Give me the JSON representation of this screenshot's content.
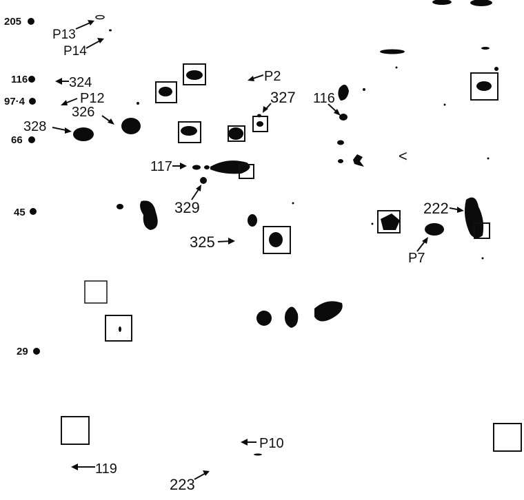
{
  "markers": [
    {
      "id": "m205",
      "text": "205"
    },
    {
      "id": "m116",
      "text": "116"
    },
    {
      "id": "m97",
      "text": "97·4"
    },
    {
      "id": "m66",
      "text": "66"
    },
    {
      "id": "m45",
      "text": "45"
    },
    {
      "id": "m29",
      "text": "29"
    }
  ],
  "labels": {
    "p13": "P13",
    "p14": "P14",
    "l324": "324",
    "p12": "P12",
    "l326": "326",
    "l328": "328",
    "p2": "P2",
    "l327": "327",
    "l116": "116",
    "l117": "117",
    "l329": "329",
    "l325": "325",
    "l222": "222",
    "p7": "P7",
    "p10": "P10",
    "l119": "119",
    "l223": "223",
    "chev": "<"
  }
}
